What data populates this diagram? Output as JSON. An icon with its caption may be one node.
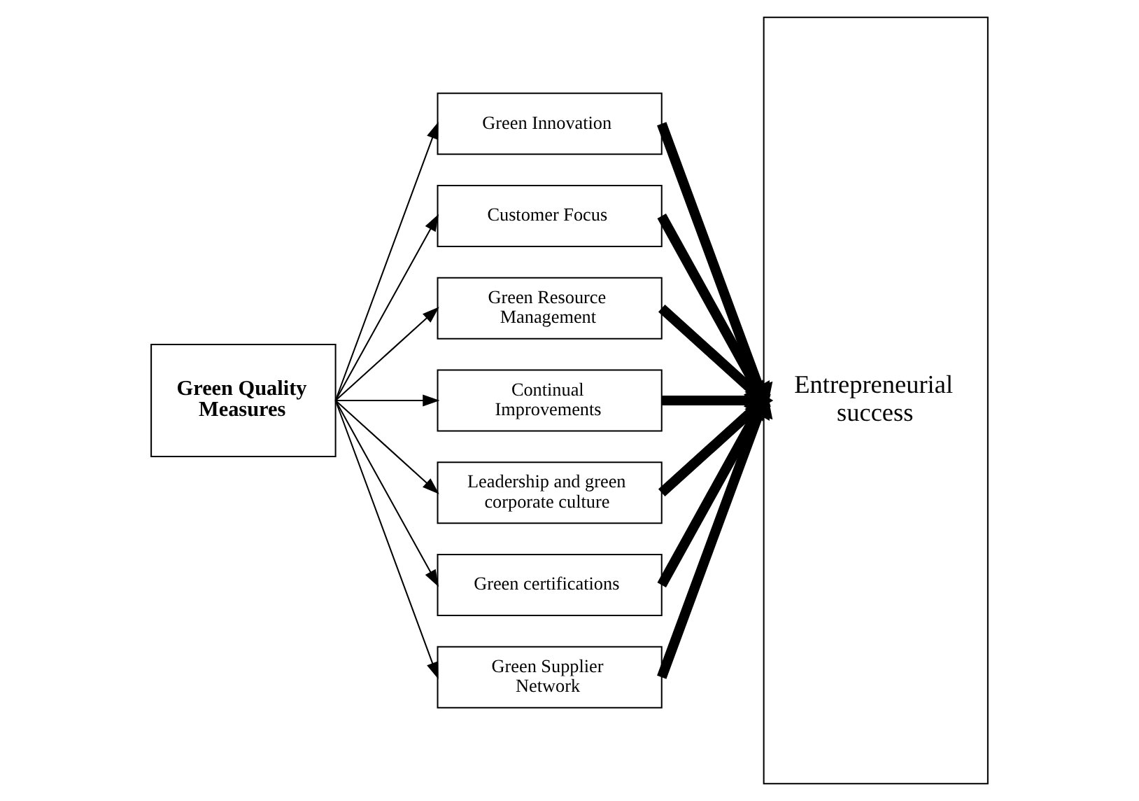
{
  "diagram": {
    "nodes": [
      {
        "text": [
          "Green Quality Measures"
        ]
      },
      {
        "text": [
          "Green Innovation"
        ]
      },
      {
        "text": [
          "Customer Focus"
        ]
      },
      {
        "text": [
          "Green Resource Management"
        ]
      },
      {
        "text": [
          "Continual Improvements"
        ]
      },
      {
        "text": [
          "Leadership and green corporate culture"
        ]
      },
      {
        "text": [
          "Green certifications"
        ]
      },
      {
        "text": [
          "Green Supplier Network"
        ]
      },
      {
        "text": [
          "Entrepreneurial success"
        ]
      }
    ],
    "edges": [
      {
        "from": 0,
        "to": 1,
        "arrow": "to"
      },
      {
        "from": 0,
        "to": 2,
        "arrow": "to"
      },
      {
        "from": 0,
        "to": 3,
        "arrow": "to"
      },
      {
        "from": 0,
        "to": 4,
        "arrow": "to"
      },
      {
        "from": 0,
        "to": 5,
        "arrow": "to"
      },
      {
        "from": 0,
        "to": 6,
        "arrow": "to"
      },
      {
        "from": 0,
        "to": 7,
        "arrow": "to"
      },
      {
        "from": 1,
        "to": 8,
        "arrow": "to",
        "style": "thick"
      },
      {
        "from": 2,
        "to": 8,
        "arrow": "to",
        "style": "thick"
      },
      {
        "from": 3,
        "to": 8,
        "arrow": "to",
        "style": "thick"
      },
      {
        "from": 4,
        "to": 8,
        "arrow": "to",
        "style": "thick"
      },
      {
        "from": 5,
        "to": 8,
        "arrow": "to",
        "style": "thick"
      },
      {
        "from": 6,
        "to": 8,
        "arrow": "to",
        "style": "thick"
      },
      {
        "from": 7,
        "to": 8,
        "arrow": "to",
        "style": "thick"
      }
    ]
  }
}
